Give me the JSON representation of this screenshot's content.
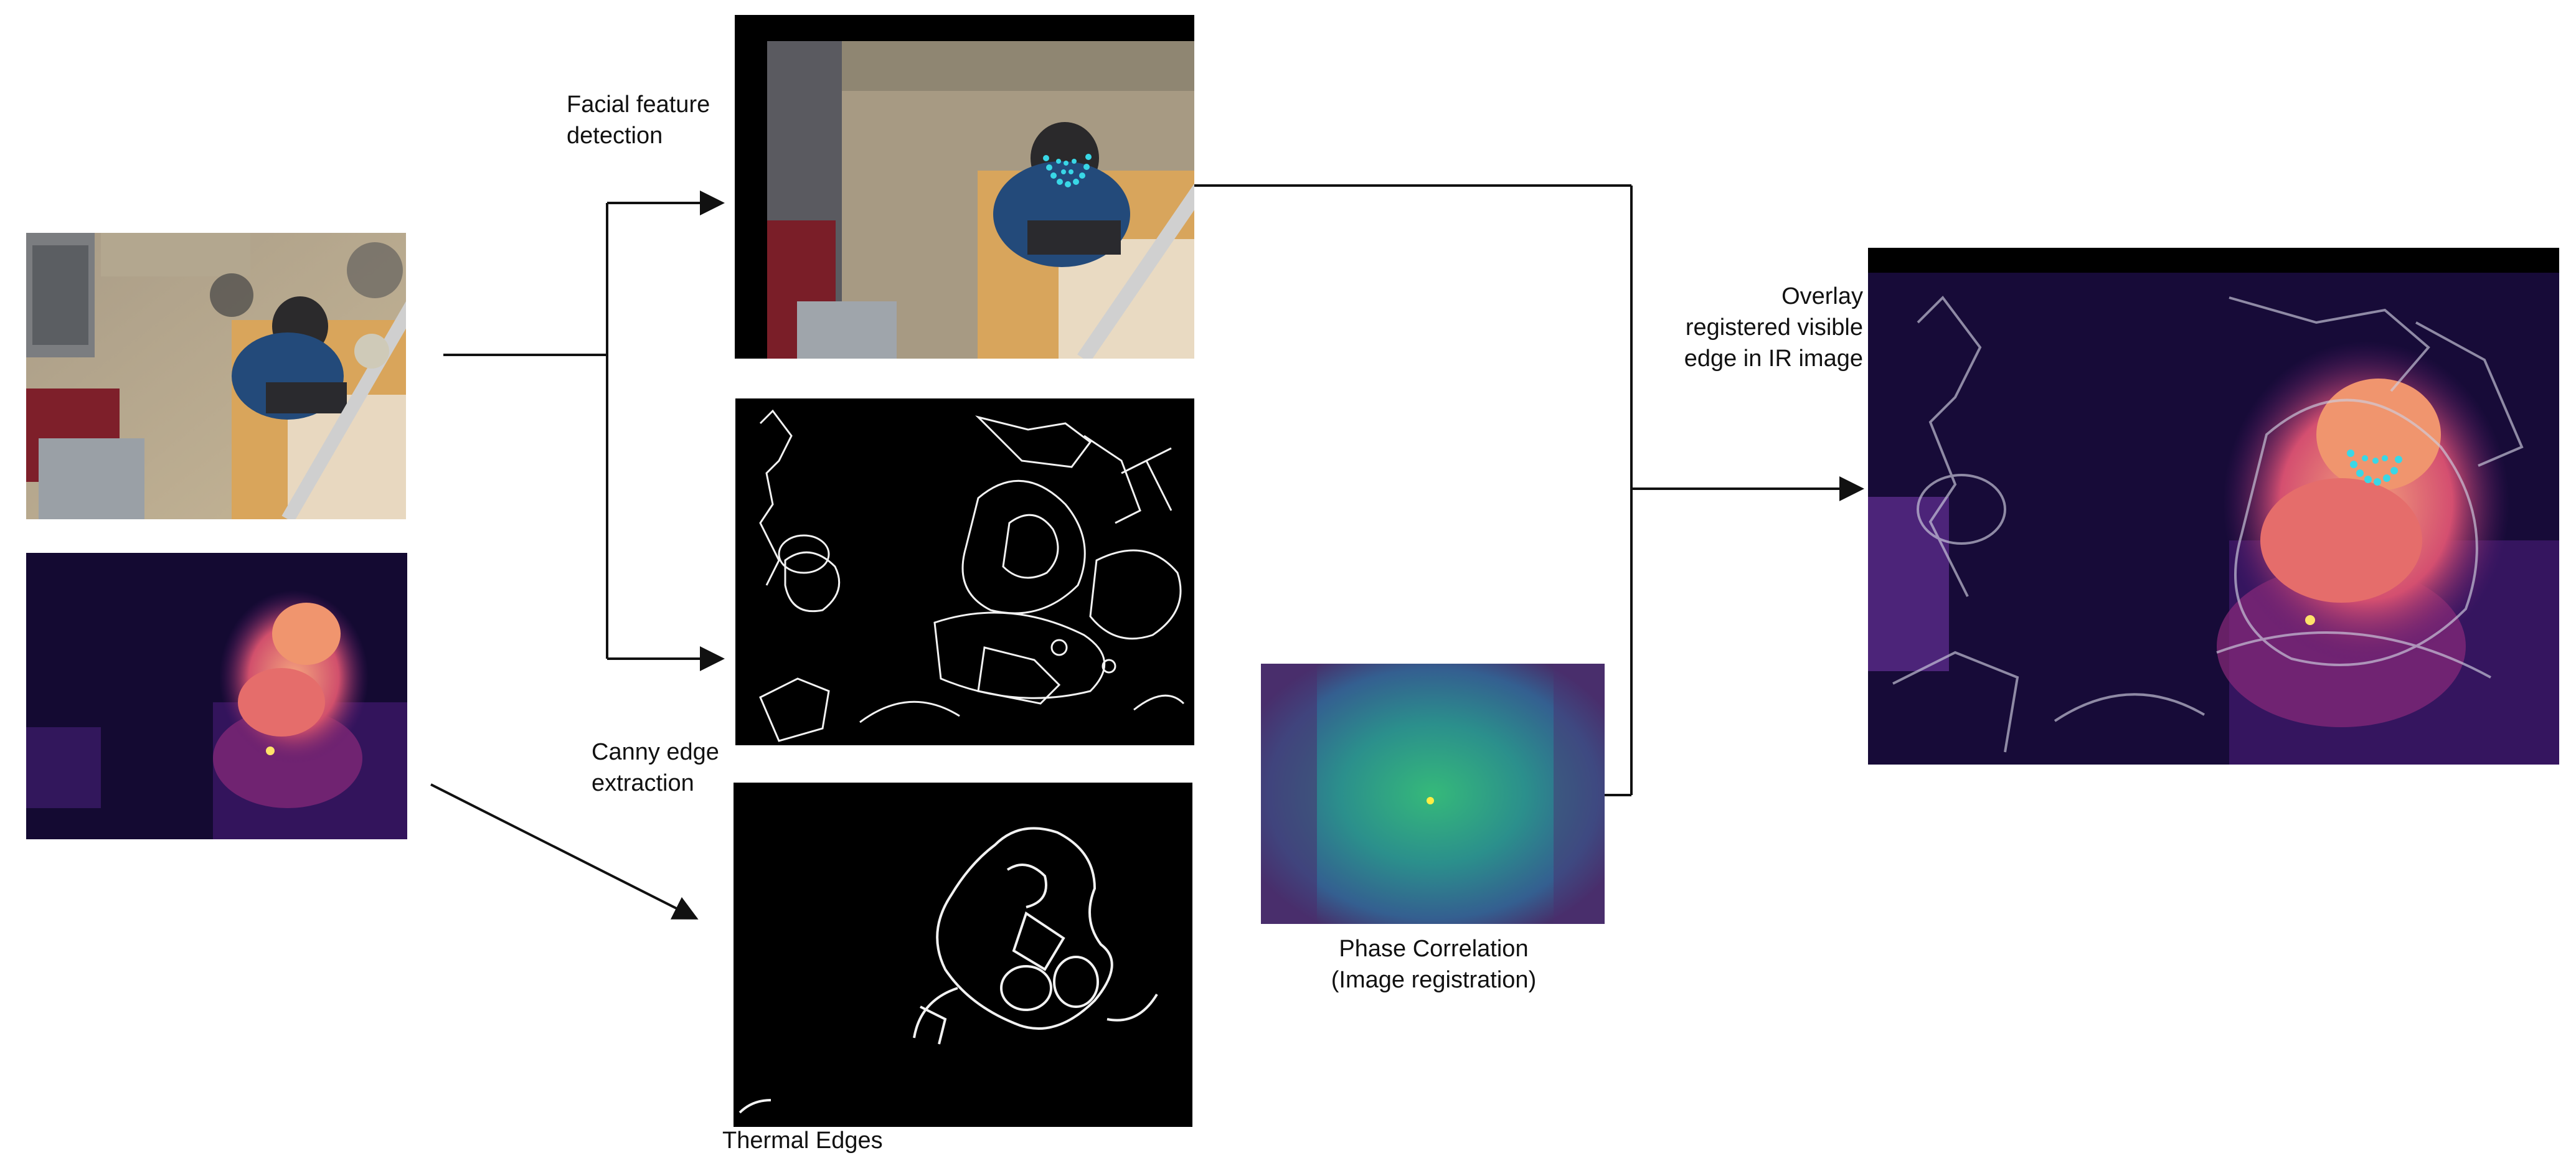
{
  "labels": {
    "facial_detection_line1": "Facial  feature",
    "facial_detection_line2": "detection",
    "canny_line1": "Canny edge",
    "canny_line2": "extraction",
    "thermal_edges": "Thermal Edges",
    "phase_line1": "Phase Correlation",
    "phase_line2": "(Image registration)",
    "overlay_line1": "Overlay",
    "overlay_line2": "registered visible",
    "overlay_line3": "edge in IR image"
  },
  "images": [
    {
      "id": "visible-input",
      "depicts": "overhead RGB photo of person at desk with laptop"
    },
    {
      "id": "thermal-input",
      "depicts": "overhead infrared thermal image of seated person"
    },
    {
      "id": "facial-detection",
      "depicts": "RGB photo with facial landmark points marked"
    },
    {
      "id": "visible-canny-edges",
      "depicts": "white Canny edges of visible image on black"
    },
    {
      "id": "thermal-edges",
      "depicts": "white edges of thermal image on black"
    },
    {
      "id": "phase-correlation",
      "depicts": "phase correlation surface with bright peak"
    },
    {
      "id": "overlay-result",
      "depicts": "IR image overlaid with registered visible edges and facial points"
    }
  ],
  "colors": {
    "arrow": "#111111",
    "edge_line": "#f2f2f2",
    "landmark": "#39d7e6",
    "thermal_hot": "#f08a6a",
    "thermal_cold": "#1a0a3a"
  }
}
